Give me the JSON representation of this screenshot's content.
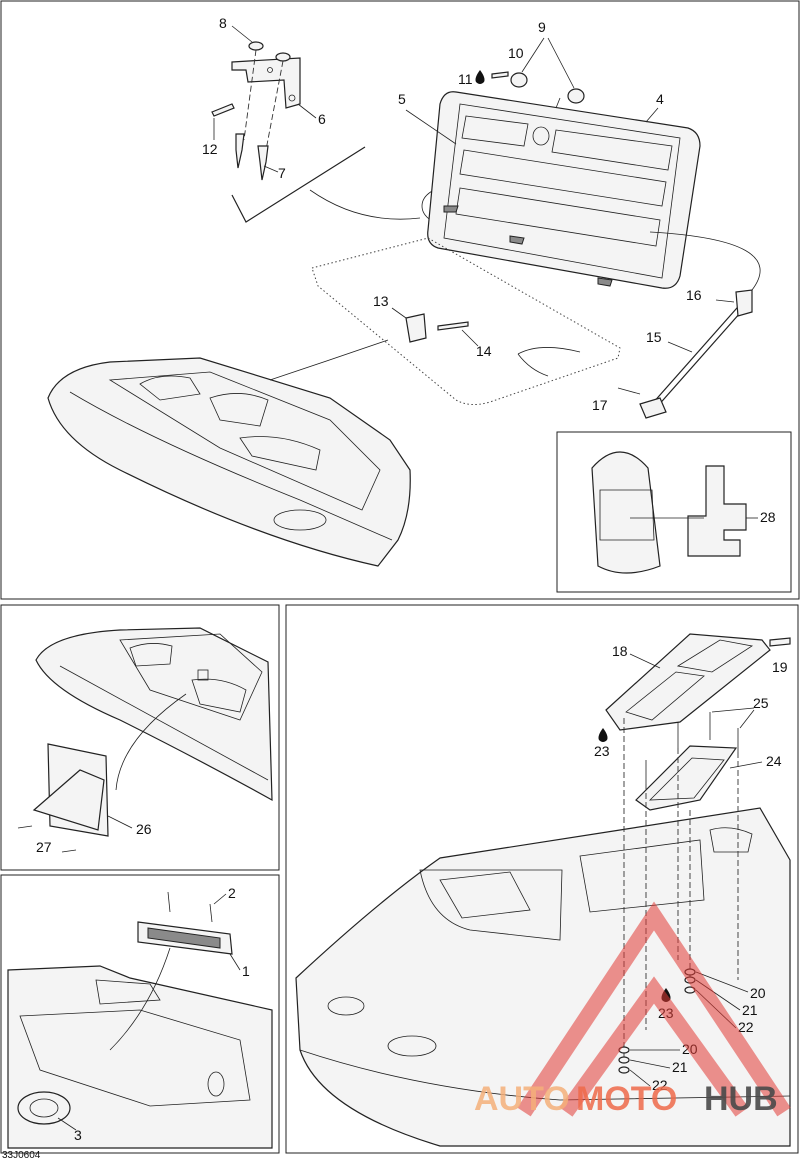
{
  "diagram": {
    "reference_code": "33J0604",
    "watermark": {
      "part1": "AUTO",
      "part2": "MOTO",
      "part3": "HUB"
    },
    "callouts": {
      "c1": "1",
      "c2": "2",
      "c3": "3",
      "c4": "4",
      "c5": "5",
      "c6": "6",
      "c7": "7",
      "c8": "8",
      "c9": "9",
      "c10": "10",
      "c11": "11",
      "c12": "12",
      "c13": "13",
      "c14": "14",
      "c15": "15",
      "c16": "16",
      "c17": "17",
      "c18": "18",
      "c19": "19",
      "c20a": "20",
      "c20b": "20",
      "c21a": "21",
      "c21b": "21",
      "c22a": "22",
      "c22b": "22",
      "c23a": "23",
      "c23b": "23",
      "c24": "24",
      "c25": "25",
      "c26": "26",
      "c27": "27",
      "c28": "28"
    },
    "colors": {
      "line": "#222222",
      "watermark_red": "#e23a34",
      "watermark_orange": "#ef6a4a",
      "watermark_peach": "#f5b07a",
      "watermark_gray": "#4a4a4a"
    }
  }
}
